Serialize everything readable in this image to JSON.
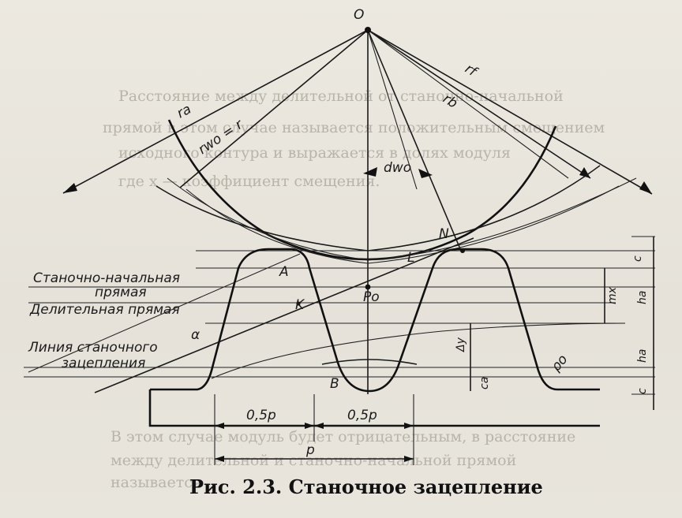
{
  "caption": "Рис. 2.3. Станочное зацепление",
  "labels": {
    "center": "O",
    "rf": "rf",
    "rb": "rb",
    "ra": "ra",
    "rwo": "rwo = r",
    "dwo": "dwo",
    "N": "N",
    "L": "L",
    "A": "A",
    "K": "K",
    "Po": "Po",
    "B": "B",
    "alpha": "α",
    "rho_o": "ρo",
    "c_top": "c",
    "ha_top": "ha",
    "mx": "mx",
    "delta_y": "Δy",
    "ca": "ca",
    "ha_bottom": "ha",
    "c_bottom": "c",
    "half_p_left": "0,5p",
    "half_p_right": "0,5p",
    "p": "p",
    "machine_pitch_line_1": "Станочно-начальная",
    "machine_pitch_line_2": "прямая",
    "dividing_line": "Делительная прямая",
    "mesh_line_1": "Линия станочного",
    "mesh_line_2": "зацепления"
  },
  "background_text": [
    "Расстояние между делительной от станочно-начальной",
    "прямой в этом случае называется положительным смещением",
    "исходного контура и выражается в долях модуля",
    "где x — коэффициент смещения.",
    "В этом случае модуль будет отрицательным, в расстояние",
    "между делительной и станочно-начальной прямой",
    "называется"
  ]
}
